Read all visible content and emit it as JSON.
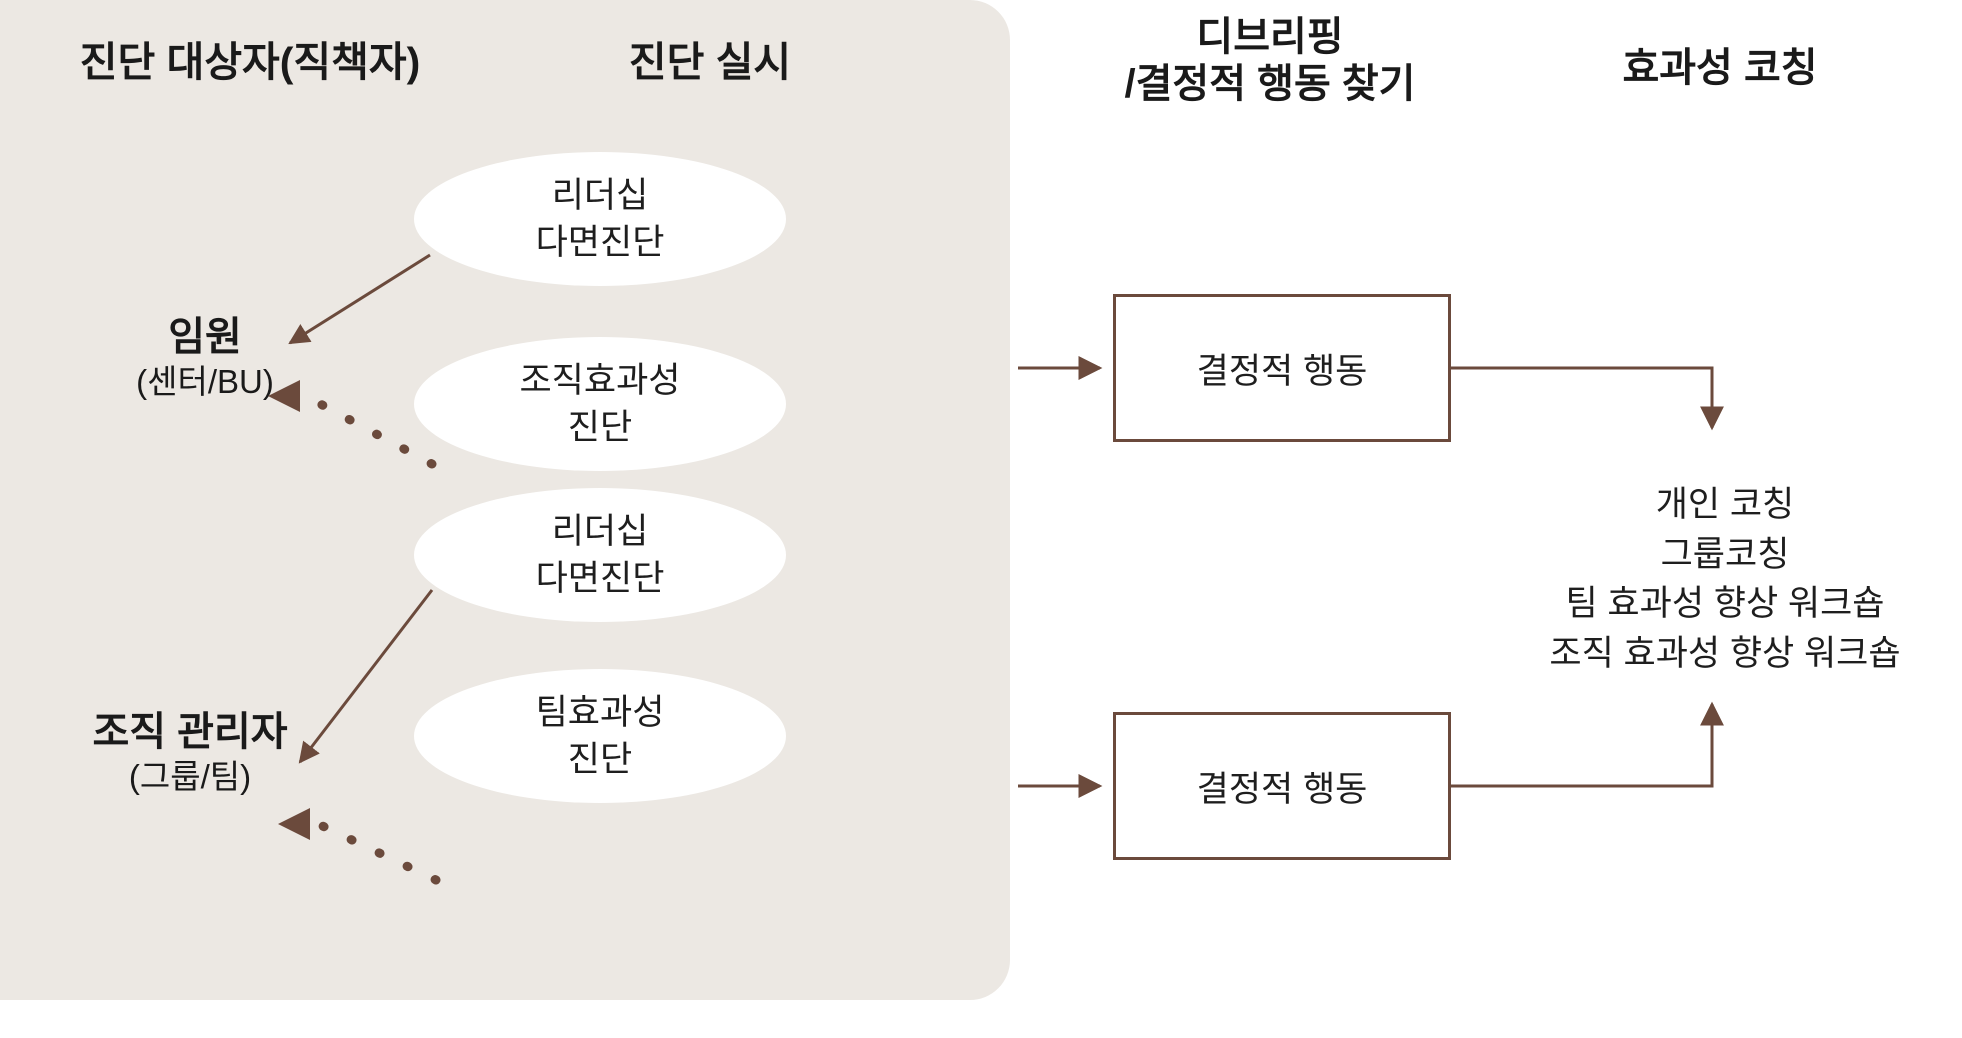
{
  "diagram": {
    "title_columns": {
      "target": "진단 대상자(직책자)",
      "execution": "진단 실시",
      "debriefing": "디브리핑\n/결정적 행동 찾기",
      "coaching": "효과성 코칭"
    },
    "groups": [
      {
        "id": "executive",
        "title": "임원",
        "subtitle": "(센터/BU)"
      },
      {
        "id": "manager",
        "title": "조직 관리자",
        "subtitle": "(그룹/팀)"
      }
    ],
    "diagnostics": [
      {
        "id": "leadership-multi-exec",
        "label": "리더십\n다면진단",
        "link": "solid",
        "target": "executive"
      },
      {
        "id": "org-effectiveness",
        "label": "조직효과성\n진단",
        "link": "dotted",
        "target": "executive"
      },
      {
        "id": "leadership-multi-mgr",
        "label": "리더십\n다면진단",
        "link": "solid",
        "target": "manager"
      },
      {
        "id": "team-effectiveness",
        "label": "팀효과성\n진단",
        "link": "dotted",
        "target": "manager"
      }
    ],
    "boxes": [
      {
        "id": "critical-behavior-top",
        "label": "결정적 행동"
      },
      {
        "id": "critical-behavior-bottom",
        "label": "결정적 행동"
      }
    ],
    "coaching_items": [
      "개인 코칭",
      "그룹코칭",
      "팀 효과성 향상 워크숍",
      "조직 효과성 향상 워크숍"
    ],
    "colors": {
      "panel_background": "#ece8e3",
      "canvas_background": "#ffffff",
      "connector": "#6b4a3c",
      "text": "#1e1e1e",
      "ellipse_fill": "#ffffff"
    }
  }
}
